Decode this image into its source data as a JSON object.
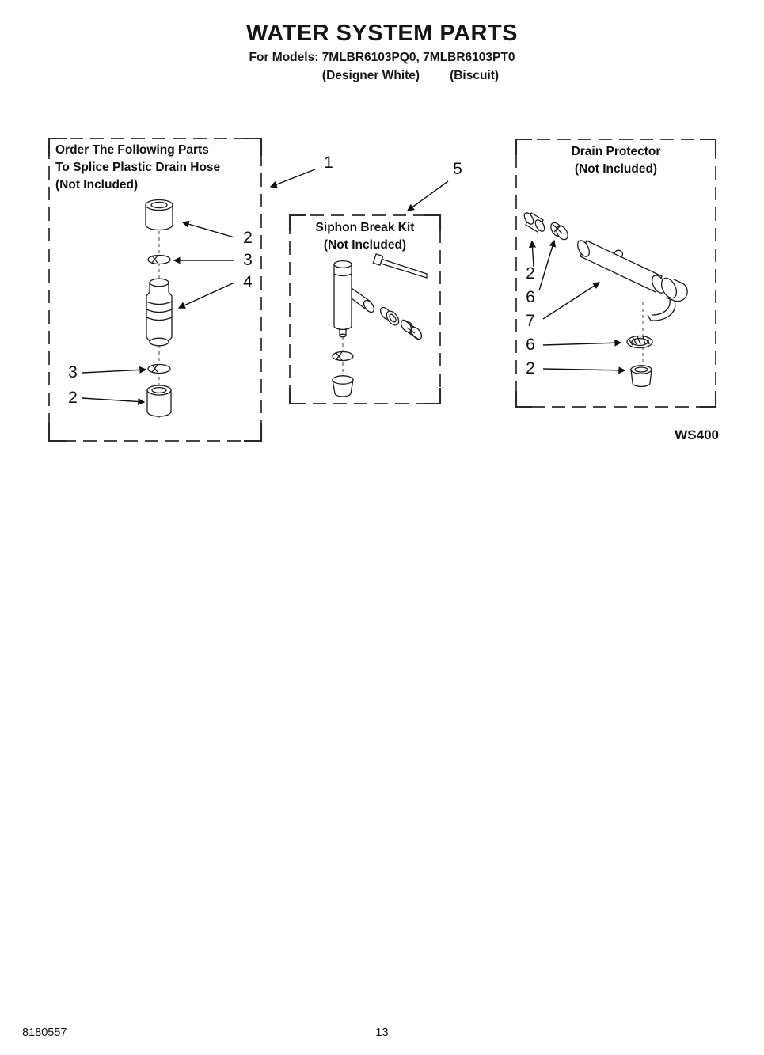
{
  "header": {
    "title": "WATER SYSTEM PARTS",
    "models": "For Models: 7MLBR6103PQ0, 7MLBR6103PT0",
    "finish_white": "(Designer White)",
    "finish_biscuit": "(Biscuit)"
  },
  "boxes": {
    "splice": {
      "line1": "Order The Following Parts",
      "line2": "To Splice Plastic Drain Hose",
      "line3": "(Not Included)"
    },
    "siphon": {
      "line1": "Siphon Break Kit",
      "line2": "(Not Included)"
    },
    "drain": {
      "line1": "Drain Protector",
      "line2": "(Not Included)"
    }
  },
  "callouts": {
    "splice_hose": "1",
    "splice_coupler_top": "2",
    "splice_clamp_top": "3",
    "splice_tube": "4",
    "splice_clamp_bottom": "3",
    "splice_coupler_bottom": "2",
    "siphon_kit": "5",
    "drain_coupler_top": "2",
    "drain_clamp_top": "6",
    "drain_tube": "7",
    "drain_clamp_bottom": "6",
    "drain_coupler_bottom": "2"
  },
  "diagram_code": "WS400",
  "footer": {
    "doc_number": "8180557",
    "page_number": "13"
  }
}
